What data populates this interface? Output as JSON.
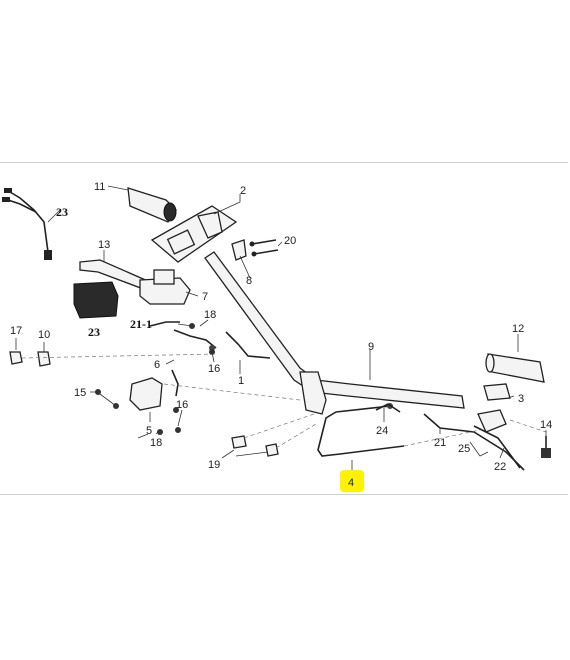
{
  "callouts": {
    "c1": "1",
    "c2": "2",
    "c3": "3",
    "c4": "4",
    "c5": "5",
    "c6": "6",
    "c7": "7",
    "c8": "8",
    "c9": "9",
    "c10": "10",
    "c11": "11",
    "c12": "12",
    "c13": "13",
    "c14": "14",
    "c15": "15",
    "c16a": "16",
    "c16b": "16",
    "c17": "17",
    "c18a": "18",
    "c18b": "18",
    "c19": "19",
    "c20": "20",
    "c21": "21",
    "c21_1": "21-1",
    "c22": "22",
    "c23a": "23",
    "c23b": "23",
    "c24": "24",
    "c25": "25"
  },
  "highlight": {
    "color": "#fff200",
    "target": "4"
  },
  "colors": {
    "line": "#222222",
    "frame": "#cfcfcf"
  }
}
